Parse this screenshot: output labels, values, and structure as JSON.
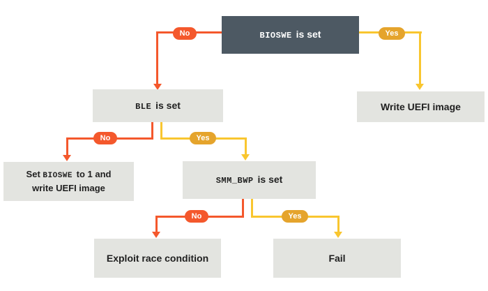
{
  "labels": {
    "no": "No",
    "yes": "Yes"
  },
  "nodes": {
    "bioswe": {
      "register": "BIOSWE",
      "suffix": " is set"
    },
    "write_uefi": {
      "label": "Write UEFI image"
    },
    "ble": {
      "register": "BLE",
      "suffix": " is set"
    },
    "set_bioswe": {
      "prefix": "Set ",
      "register": "BIOSWE",
      "suffix": " to 1 and",
      "line2": "write UEFI image"
    },
    "smm_bwp": {
      "register": "SMM_BWP",
      "suffix": " is set"
    },
    "exploit": {
      "label": "Exploit race condition"
    },
    "fail": {
      "label": "Fail"
    }
  },
  "colors": {
    "orange": "#f4582c",
    "yellowLine": "#f9c62f",
    "yesPill": "#e5a42c",
    "darkBox": "#4d5963",
    "lightBox": "#e3e4e0"
  }
}
